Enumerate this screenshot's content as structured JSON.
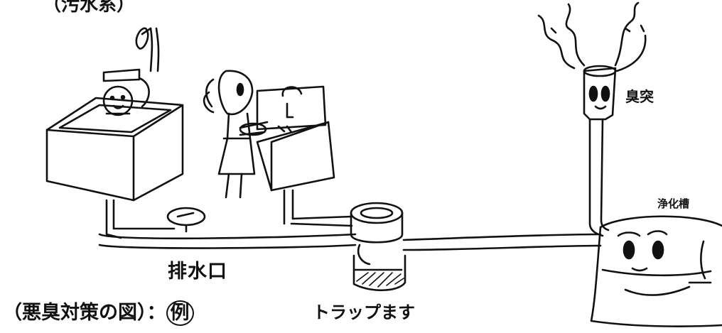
{
  "title_fragment": "（汚水系）",
  "labels": {
    "drain": "排水口",
    "trap": "トラップます",
    "vent": "臭突",
    "tank": "浄化槽"
  },
  "caption": {
    "text": "（悪臭対策の図）：",
    "example": "例"
  },
  "colors": {
    "ink": "#111111",
    "paper": "#ffffff"
  }
}
